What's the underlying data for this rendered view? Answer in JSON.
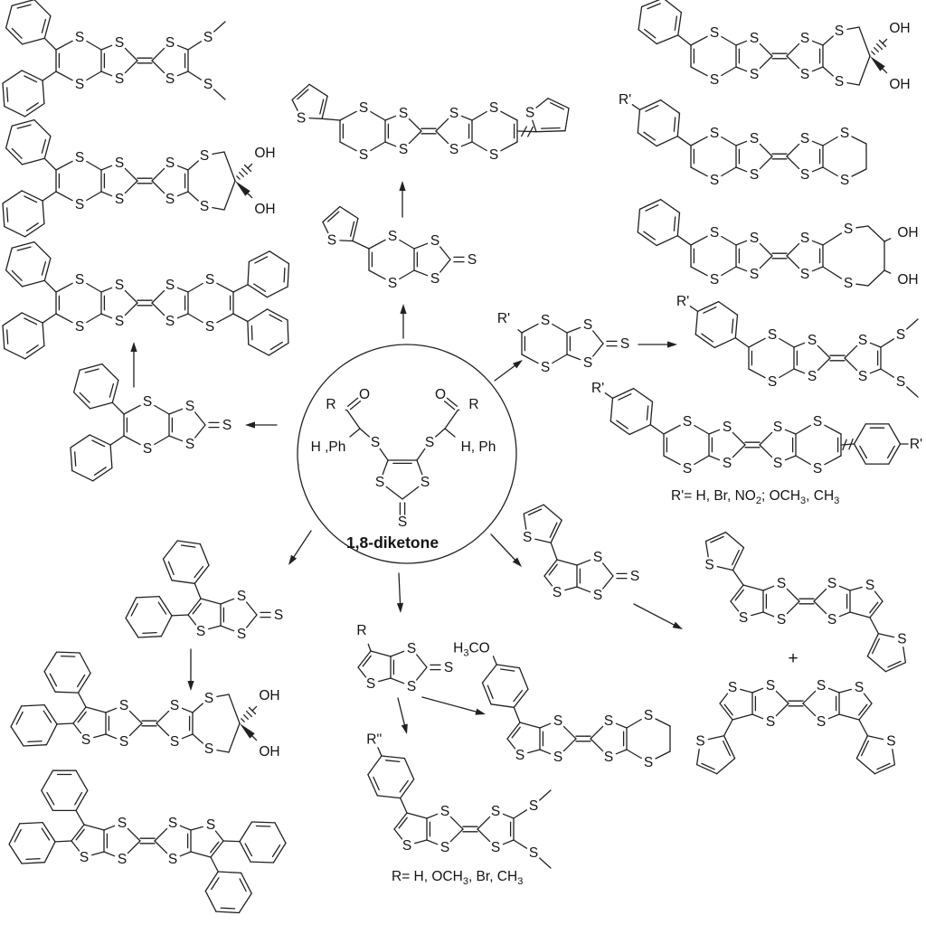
{
  "scheme": {
    "caption_center": "1,8-diketone",
    "legend_r_prime": "R'= H, Br, NO₂; OCH₃, CH₃",
    "legend_r": "R= H, OCH₃, Br, CH₃",
    "plus": "+",
    "background": "#ffffff",
    "line_color": "#212121"
  },
  "atoms": {
    "sulfur": "S",
    "oxygen": "O",
    "hydroxyl": "OH"
  },
  "substituents": {
    "r": "R",
    "r_prime": "R'",
    "r_double_prime": "R''",
    "h_ph_left": "H ,Ph",
    "h_ph_right": "H, Ph",
    "methoxy": "H₃CO"
  }
}
